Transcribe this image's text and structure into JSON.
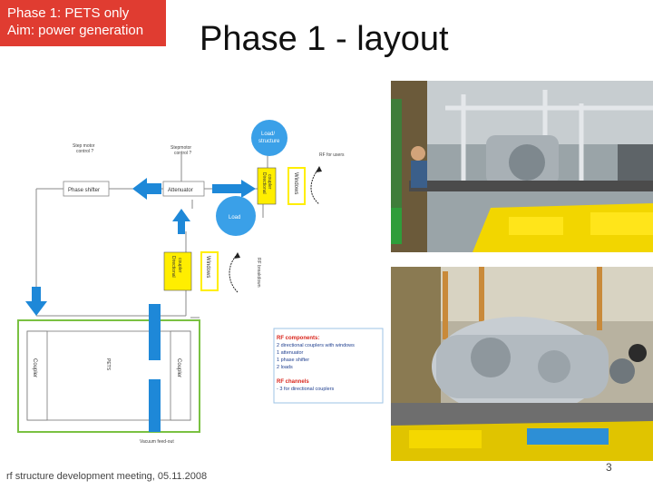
{
  "tag": {
    "line1": "Phase 1: PETS only",
    "line2": "Aim: power generation"
  },
  "title": "Phase 1 - layout",
  "diagram": {
    "step_motor": [
      "Step motor",
      "control ?"
    ],
    "stepmotor": [
      "Stepmotor",
      "control ?"
    ],
    "rf_users": "RF for users",
    "load_structure": [
      "Load/",
      "structure"
    ],
    "phase_shifter": "Phase shifter",
    "attenuator": "Attenuator",
    "load": "Load",
    "directional_coupler": [
      "Directional",
      "coupler"
    ],
    "windows": "Windows",
    "rf_breakdown": "RF breakdown",
    "coupler_left": "Coupler",
    "coupler_right": "Coupler",
    "pets": "PETS",
    "vacuum": "Vacuum feed-out",
    "notes": {
      "heading1": "RF components:",
      "items1": [
        "2 directional couplers with windows",
        "1 attenuator",
        "1 phase shifter",
        "2 loads"
      ],
      "heading2": "RF channels",
      "items2": [
        "- 3 for directional couplers"
      ]
    }
  },
  "footer": "rf structure development meeting, 05.11.2008",
  "page_number": "3",
  "colors": {
    "tag": "#e03c31",
    "arrow_blue": "#1e88d8",
    "circle_blue": "#3aa0e8",
    "highlight_yellow": "#ffee00",
    "frame_green": "#7ac142"
  }
}
